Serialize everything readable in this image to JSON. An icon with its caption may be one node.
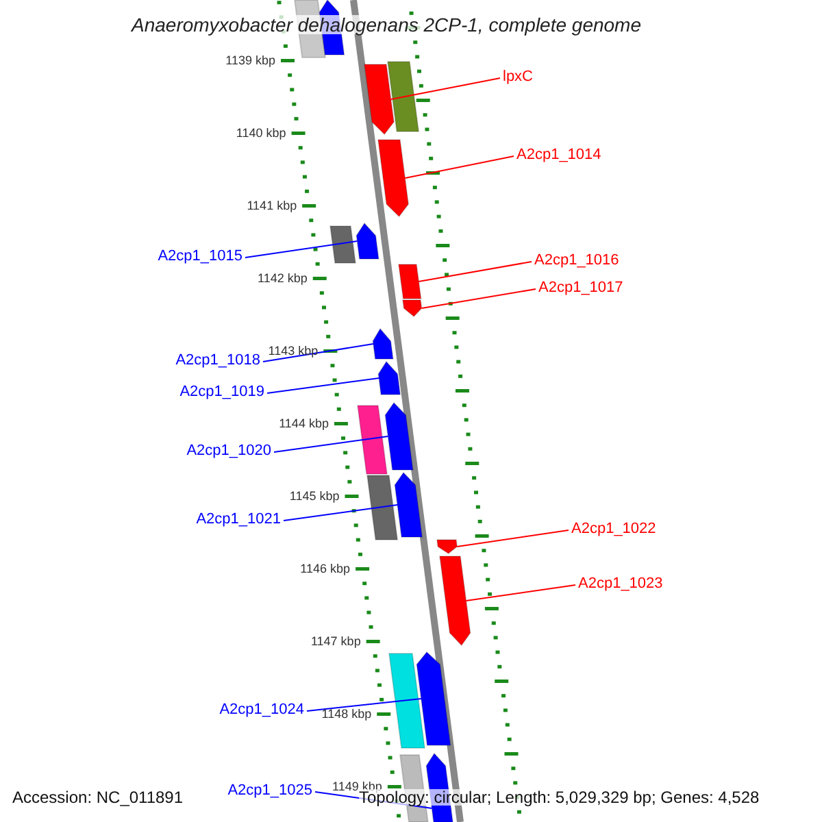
{
  "diagram": {
    "title": "Anaeromyxobacter dehalogenans 2CP-1, complete genome",
    "nodes": [
      {
        "text": [
          "lpxC"
        ]
      },
      {
        "text": [
          "A2cp1_1014"
        ]
      },
      {
        "text": [
          "A2cp1_1015"
        ]
      },
      {
        "text": [
          "A2cp1_1016"
        ]
      },
      {
        "text": [
          "A2cp1_1017"
        ]
      },
      {
        "text": [
          "A2cp1_1018"
        ]
      },
      {
        "text": [
          "A2cp1_1019"
        ]
      },
      {
        "text": [
          "A2cp1_1020"
        ]
      },
      {
        "text": [
          "A2cp1_1021"
        ]
      },
      {
        "text": [
          "A2cp1_1022"
        ]
      },
      {
        "text": [
          "A2cp1_1023"
        ]
      },
      {
        "text": [
          "A2cp1_1024"
        ]
      },
      {
        "text": [
          "A2cp1_1025"
        ]
      },
      {
        "text": [],
        "shape": "box"
      },
      {
        "text": [],
        "shape": "pentagon"
      },
      {
        "text": [],
        "shape": "pentagon"
      },
      {
        "text": [],
        "shape": "box"
      },
      {
        "text": [],
        "shape": "pentagon"
      },
      {
        "text": [],
        "shape": "box"
      },
      {
        "text": [],
        "shape": "pentagon"
      },
      {
        "text": [],
        "shape": "box"
      },
      {
        "text": [],
        "shape": "pentagon"
      },
      {
        "text": [],
        "shape": "pentagon"
      },
      {
        "text": [],
        "shape": "pentagon"
      },
      {
        "text": [],
        "shape": "box"
      },
      {
        "text": [],
        "shape": "pentagon"
      },
      {
        "text": [],
        "shape": "box"
      },
      {
        "text": [],
        "shape": "pentagon"
      },
      {
        "text": [],
        "shape": "pentagon"
      },
      {
        "text": [],
        "shape": "pentagon"
      },
      {
        "text": [],
        "shape": "box"
      },
      {
        "text": [],
        "shape": "pentagon"
      },
      {
        "text": [],
        "shape": "box"
      },
      {
        "text": [],
        "shape": "pentagon"
      }
    ],
    "edges": [
      {
        "from": 0,
        "to": 15,
        "arrow": "none",
        "color": "#ff0000"
      },
      {
        "from": 1,
        "to": 17,
        "arrow": "none",
        "color": "#ff0000"
      },
      {
        "from": 2,
        "to": 19,
        "arrow": "none"
      },
      {
        "from": 3,
        "to": 20,
        "arrow": "none",
        "color": "#ff0000"
      },
      {
        "from": 4,
        "to": 21,
        "arrow": "none",
        "color": "#ff0000"
      },
      {
        "from": 5,
        "to": 22,
        "arrow": "none"
      },
      {
        "from": 6,
        "to": 23,
        "arrow": "none"
      },
      {
        "from": 7,
        "to": 25,
        "arrow": "none"
      },
      {
        "from": 8,
        "to": 27,
        "arrow": "none"
      },
      {
        "from": 9,
        "to": 28,
        "arrow": "none",
        "color": "#ff0000"
      },
      {
        "from": 10,
        "to": 29,
        "arrow": "none",
        "color": "#ff0000"
      },
      {
        "from": 11,
        "to": 31,
        "arrow": "none"
      },
      {
        "from": 12,
        "to": 33,
        "arrow": "none"
      }
    ],
    "labels": [
      "1139 kbp",
      "1140 kbp",
      "1141 kbp",
      "1142 kbp",
      "1143 kbp",
      "1144 kbp",
      "1145 kbp",
      "1146 kbp",
      "1147 kbp",
      "1148 kbp",
      "1149 kbp",
      "Accession: NC_011891",
      "Topology: circular; Length: 5,029,329 bp; Genes: 4,528"
    ]
  }
}
